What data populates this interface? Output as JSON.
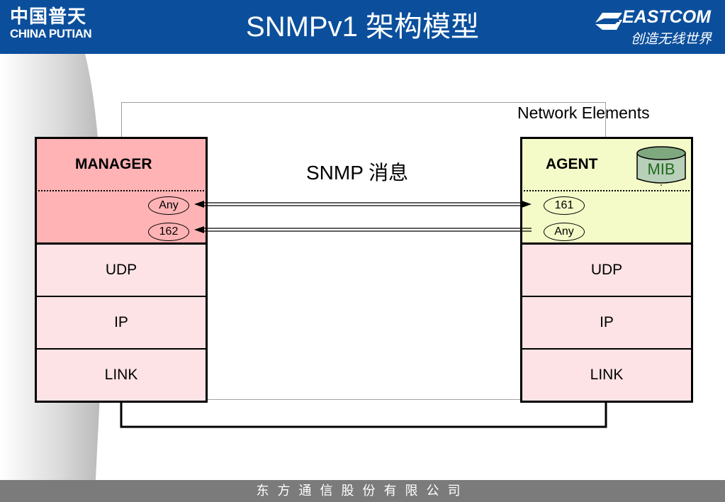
{
  "header": {
    "title": "SNMPv1 架构模型",
    "logo_left_cn": "中国普天",
    "logo_left_en": "CHINA PUTIAN",
    "logo_right_en": "EASTCOM",
    "logo_right_cn": "创造无线世界"
  },
  "footer": {
    "company": "东方通信股份有限公司"
  },
  "colors": {
    "header_bg": "#0b4f9c",
    "footer_bg": "#7b7b7b",
    "manager_app": "#ffb3b5",
    "agent_app": "#f5fbc8",
    "layer_fill": "#fde3e5",
    "mib_fill": "#b8cfb8",
    "mib_text": "#1e6b1e"
  },
  "diagram": {
    "network_elements_label": "Network Elements",
    "message_label": "SNMP 消息",
    "manager": {
      "title": "MANAGER",
      "ports": [
        "Any",
        "162"
      ],
      "layers": [
        "UDP",
        "IP",
        "LINK"
      ]
    },
    "agent": {
      "title": "AGENT",
      "mib": "MIB",
      "ports": [
        "161",
        "Any"
      ],
      "layers": [
        "UDP",
        "IP",
        "LINK"
      ]
    }
  }
}
